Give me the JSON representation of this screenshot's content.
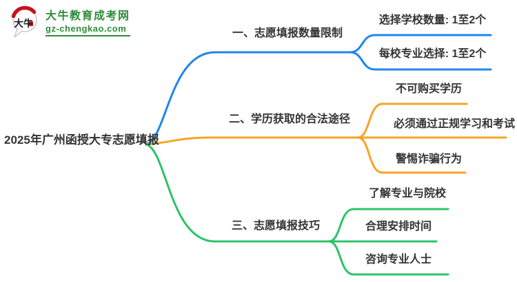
{
  "logo": {
    "badge_text": "大牛",
    "site_name": "大牛教育成考网",
    "site_domain": "gz-chengkao.com",
    "brand_green": "#2e8b39",
    "badge_red": "#c4151c"
  },
  "mindmap": {
    "text_color": "#333333",
    "root": {
      "label": "2025年广州函授大专志愿填报"
    },
    "branches": [
      {
        "label": "一、志愿填报数量限制",
        "color": "#1e86f0",
        "children": [
          {
            "label": "选择学校数量: 1至2个"
          },
          {
            "label": "每校专业选择: 1至2个"
          }
        ]
      },
      {
        "label": "二、学历获取的合法途径",
        "color": "#f7a421",
        "children": [
          {
            "label": "不可购买学历"
          },
          {
            "label": "必须通过正规学习和考试"
          },
          {
            "label": "警惕诈骗行为"
          }
        ]
      },
      {
        "label": "三、志愿填报技巧",
        "color": "#2ac467",
        "children": [
          {
            "label": "了解专业与院校"
          },
          {
            "label": "合理安排时间"
          },
          {
            "label": "咨询专业人士"
          }
        ]
      }
    ]
  }
}
